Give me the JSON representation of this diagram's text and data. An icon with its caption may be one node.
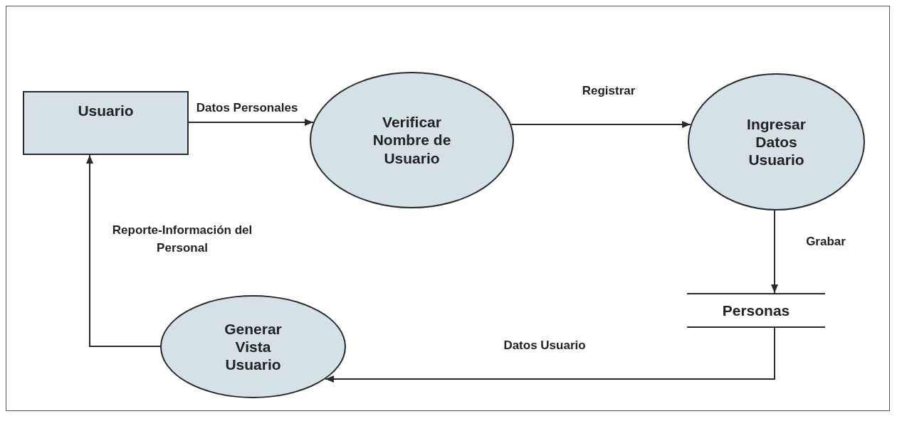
{
  "diagram": {
    "nodes": [
      {
        "text": [
          "Usuario"
        ]
      },
      {
        "text": [
          "Verificar Nombre de Usuario"
        ]
      },
      {
        "text": [
          "Ingresar Datos Usuario"
        ]
      },
      {
        "text": [
          "Personas"
        ]
      },
      {
        "text": [
          "Generar Vista Usuario"
        ]
      }
    ],
    "edges": [
      {
        "from": 0,
        "to": 1,
        "arrow": "to",
        "label": "Datos Personales"
      },
      {
        "from": 1,
        "to": 2,
        "arrow": "to",
        "label": "Registrar"
      },
      {
        "from": 2,
        "to": 3,
        "arrow": "to",
        "label": "Grabar"
      },
      {
        "from": 3,
        "to": 4,
        "arrow": "to",
        "label": "Datos Usuario"
      },
      {
        "from": 4,
        "to": 0,
        "arrow": "to",
        "label": "Reporte-Información del Personal"
      }
    ]
  }
}
